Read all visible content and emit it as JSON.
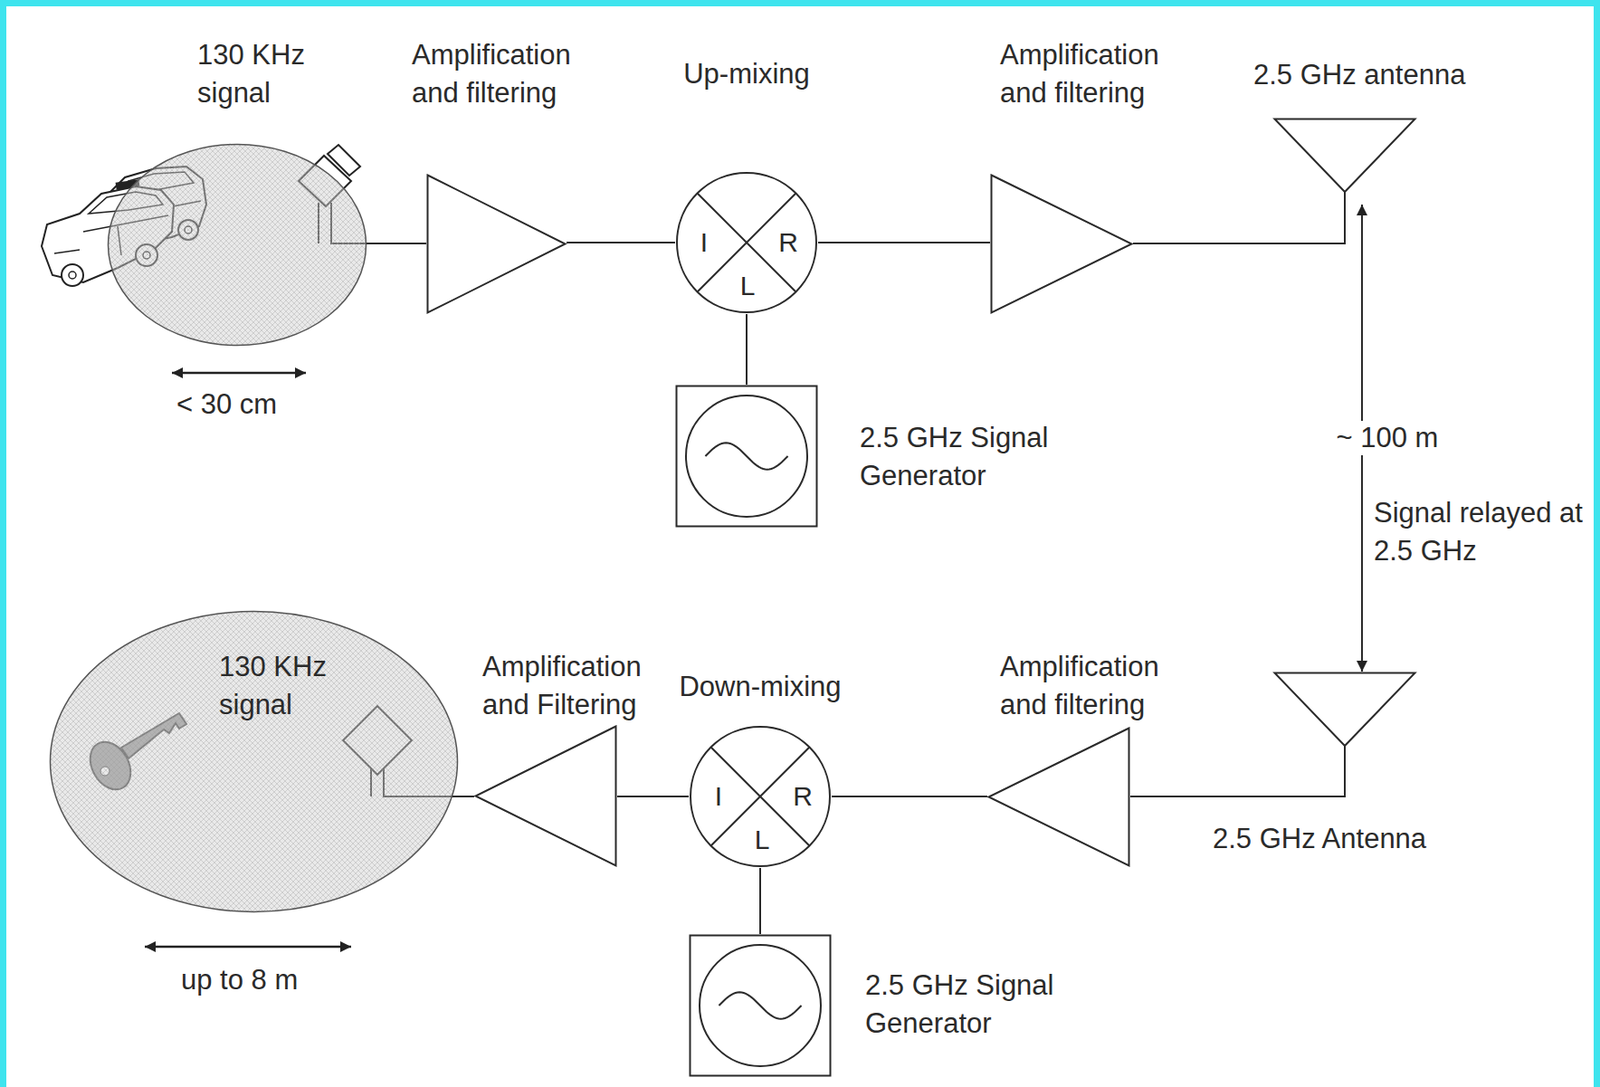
{
  "diagram": {
    "nodes": [
      {
        "text": [
          "130 KHz signal"
        ]
      },
      {
        "text": [
          "Amplification and filtering"
        ]
      },
      {
        "text": [
          "Up-mixing",
          "I",
          "R",
          "L"
        ]
      },
      {
        "text": [
          "2.5 GHz Signal Generator"
        ]
      },
      {
        "text": [
          "Amplification and filtering"
        ]
      },
      {
        "text": [
          "2.5 GHz antenna"
        ]
      },
      {
        "text": [
          "2.5 GHz Antenna"
        ]
      },
      {
        "text": [
          "Amplification and filtering"
        ]
      },
      {
        "text": [
          "Down-mixing",
          "I",
          "R",
          "L"
        ]
      },
      {
        "text": [
          "2.5 GHz Signal Generator"
        ]
      },
      {
        "text": [
          "Amplification and Filtering"
        ]
      },
      {
        "text": [
          "130 KHz signal"
        ]
      }
    ],
    "edges": [
      {
        "from": 0,
        "to": 1,
        "arrow": "none"
      },
      {
        "from": 1,
        "to": 2,
        "arrow": "none"
      },
      {
        "from": 3,
        "to": 2,
        "arrow": "none"
      },
      {
        "from": 2,
        "to": 4,
        "arrow": "none"
      },
      {
        "from": 4,
        "to": 5,
        "arrow": "none"
      },
      {
        "from": 5,
        "to": 6,
        "label": "~ 100 m",
        "arrow": "both"
      },
      {
        "from": 6,
        "to": 7,
        "arrow": "none"
      },
      {
        "from": 7,
        "to": 8,
        "arrow": "none"
      },
      {
        "from": 9,
        "to": 8,
        "arrow": "none"
      },
      {
        "from": 8,
        "to": 10,
        "arrow": "none"
      },
      {
        "from": 10,
        "to": 11,
        "arrow": "none"
      }
    ],
    "labels": [
      "< 30 cm",
      "up to 8 m",
      "Signal relayed at 2.5 GHz"
    ]
  }
}
